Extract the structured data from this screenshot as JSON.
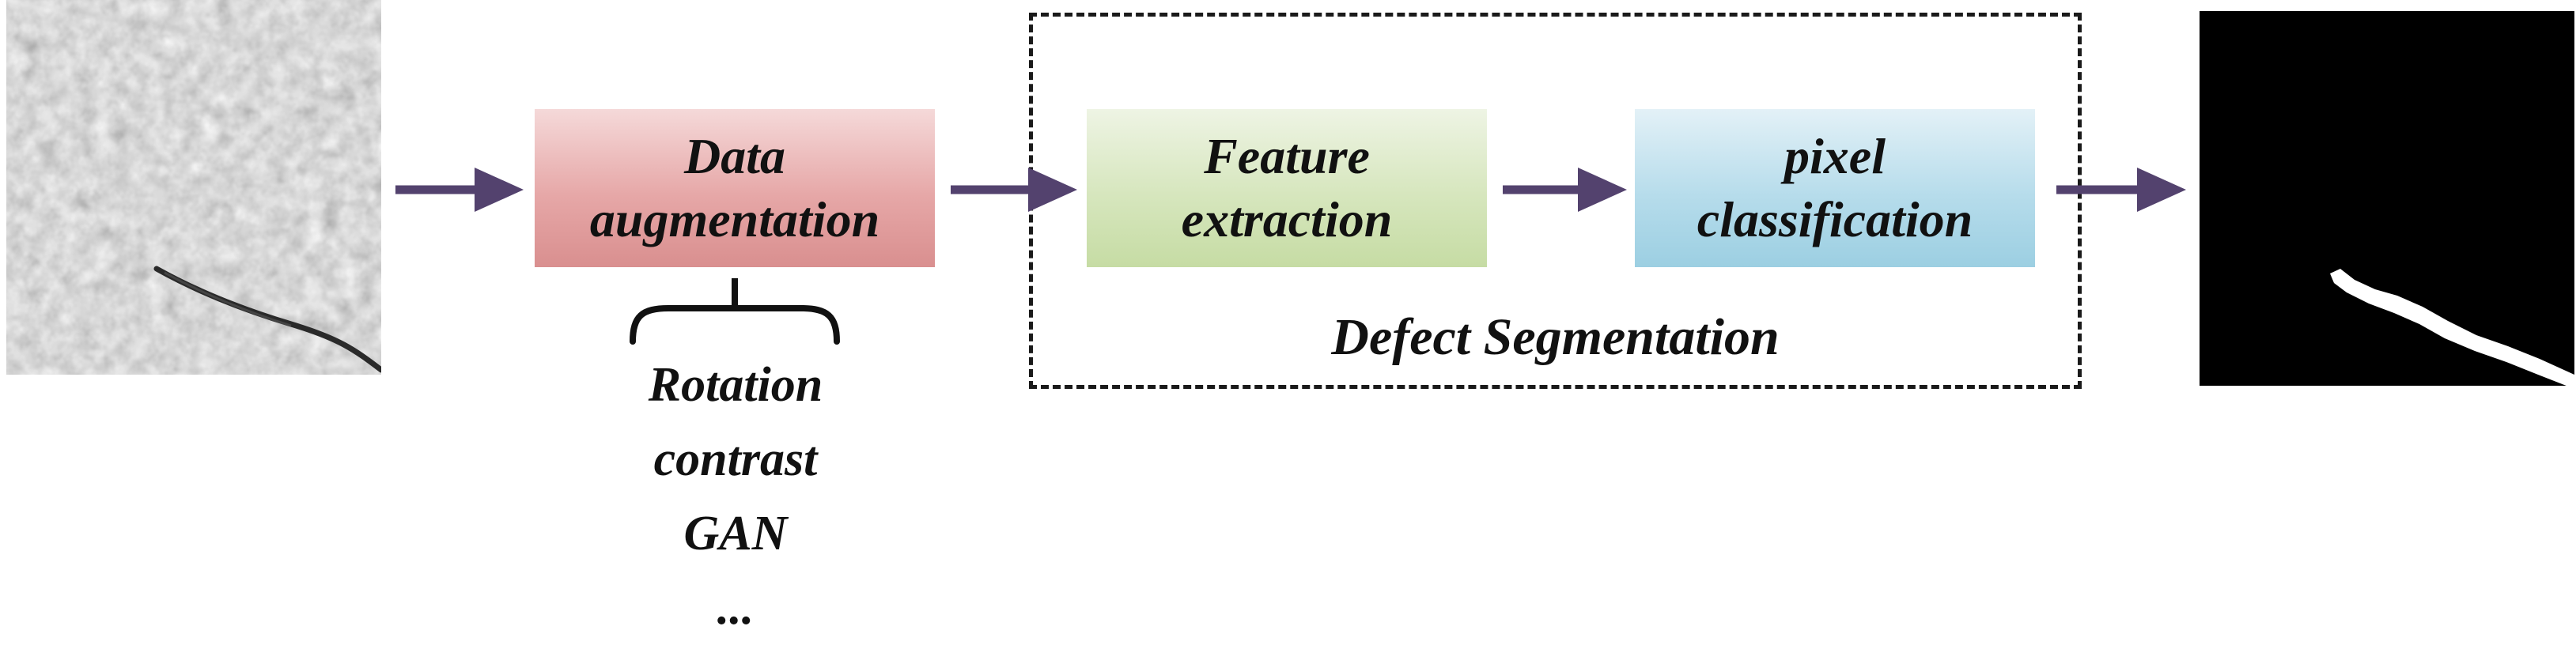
{
  "steps": {
    "augmentation": {
      "line1": "Data",
      "line2": "augmentation"
    },
    "feature": {
      "line1": "Feature",
      "line2": "extraction"
    },
    "pixel": {
      "line1": "pixel",
      "line2": "classification"
    }
  },
  "region_label": "Defect Segmentation",
  "augmentation_methods": [
    "Rotation",
    "contrast",
    "GAN",
    "..."
  ],
  "colors": {
    "arrow": "#53426e",
    "augmentation_box": "#e6a7a7",
    "feature_box": "#d6e6bd",
    "pixel_box": "#b6dceb"
  },
  "images": {
    "input": "crack-surface-image",
    "output": "segmentation-mask-image"
  }
}
